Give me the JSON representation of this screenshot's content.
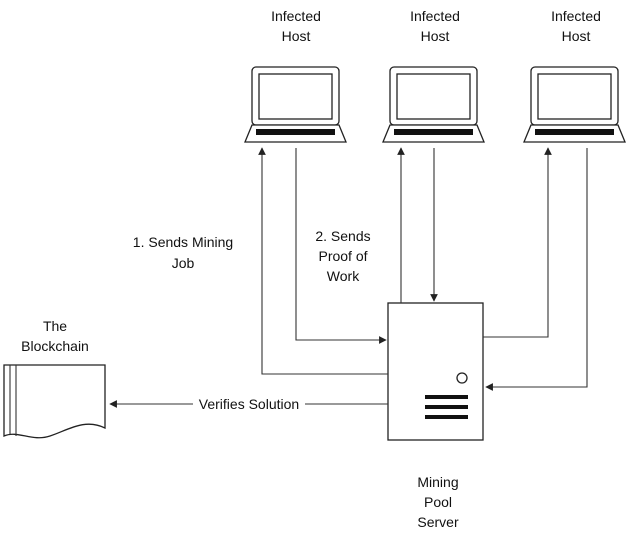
{
  "hosts": [
    {
      "label_line1": "Infected",
      "label_line2": "Host"
    },
    {
      "label_line1": "Infected",
      "label_line2": "Host"
    },
    {
      "label_line1": "Infected",
      "label_line2": "Host"
    }
  ],
  "blockchain": {
    "label_line1": "The",
    "label_line2": "Blockchain"
  },
  "server": {
    "label_line1": "Mining",
    "label_line2": "Pool",
    "label_line3": "Server"
  },
  "edges": {
    "sends_job": {
      "line1": "1. Sends Mining",
      "line2": "Job"
    },
    "proof_of_work": {
      "line1": "2. Sends",
      "line2": "Proof of",
      "line3": "Work"
    },
    "verifies": "Verifies Solution"
  },
  "icons": {
    "host": "laptop-icon",
    "server": "server-tower-icon",
    "blockchain": "document-icon"
  }
}
